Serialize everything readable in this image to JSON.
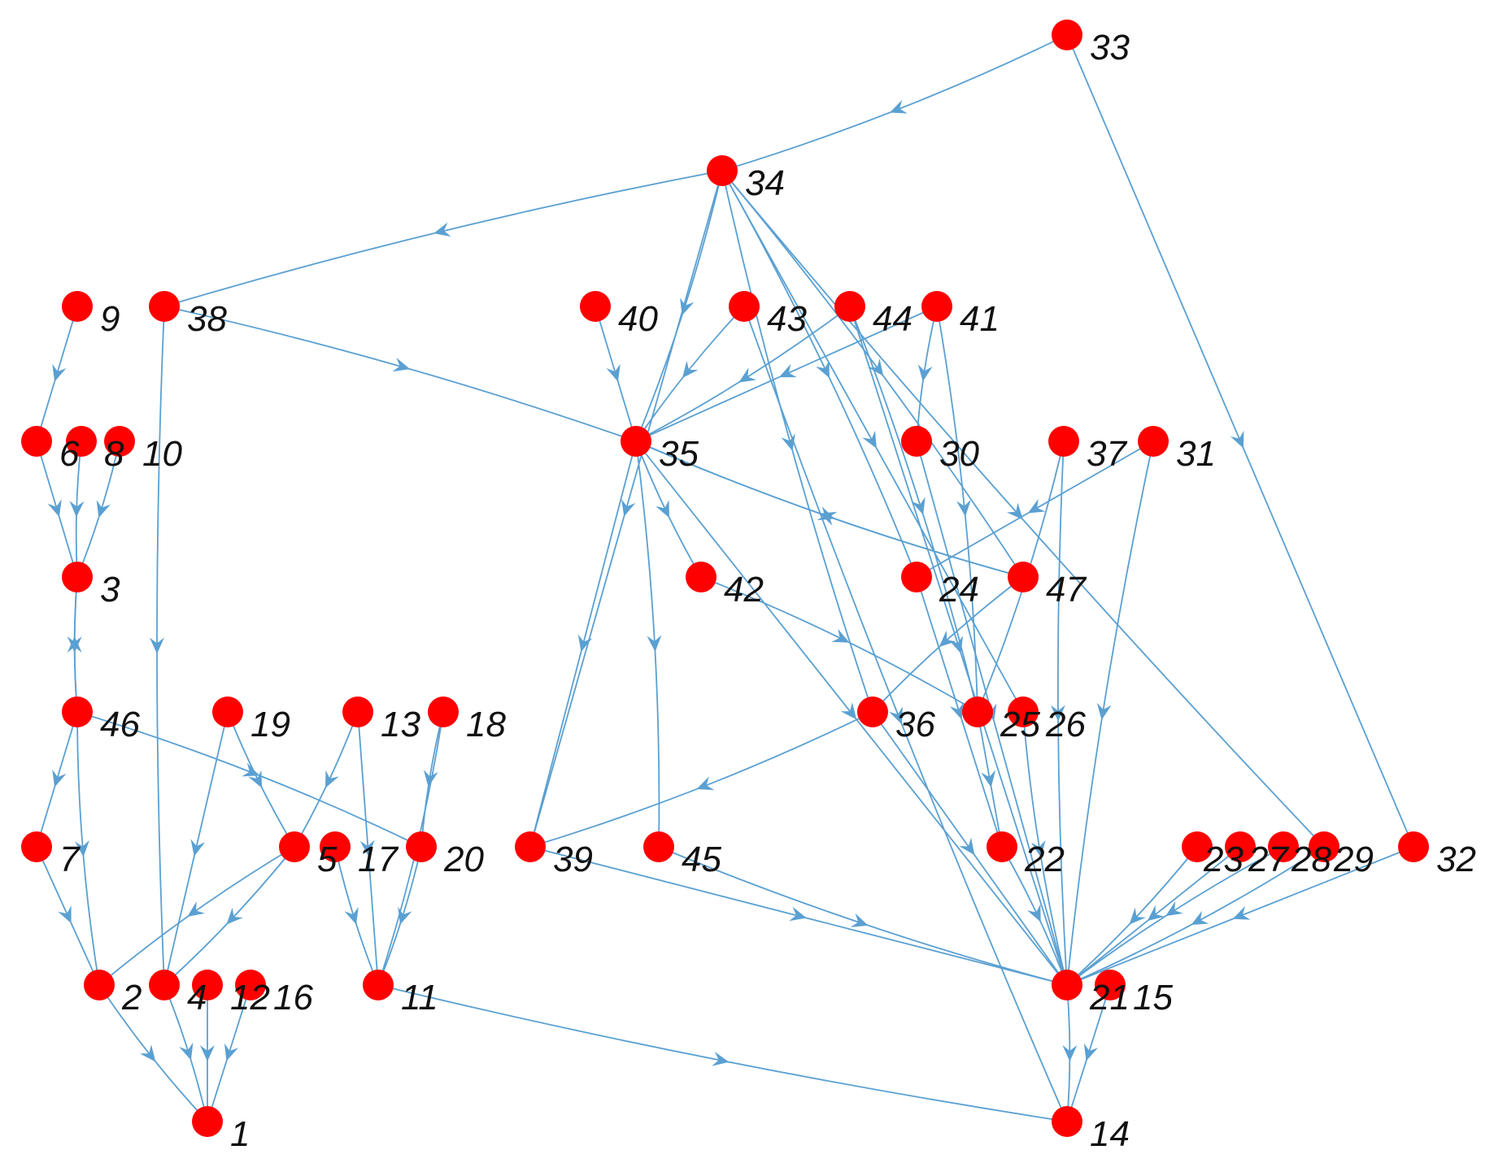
{
  "graph": {
    "colors": {
      "node": "#ff0000",
      "edge": "#5aa0d2"
    },
    "nodes": [
      {
        "id": "1",
        "label": "1"
      },
      {
        "id": "2",
        "label": "2"
      },
      {
        "id": "3",
        "label": "3"
      },
      {
        "id": "4",
        "label": "4"
      },
      {
        "id": "5",
        "label": "5"
      },
      {
        "id": "6",
        "label": "6"
      },
      {
        "id": "7",
        "label": "7"
      },
      {
        "id": "8",
        "label": "8"
      },
      {
        "id": "9",
        "label": "9"
      },
      {
        "id": "10",
        "label": "10"
      },
      {
        "id": "11",
        "label": "11"
      },
      {
        "id": "12",
        "label": "12"
      },
      {
        "id": "13",
        "label": "13"
      },
      {
        "id": "14",
        "label": "14"
      },
      {
        "id": "15",
        "label": "15"
      },
      {
        "id": "16",
        "label": "16"
      },
      {
        "id": "17",
        "label": "17"
      },
      {
        "id": "18",
        "label": "18"
      },
      {
        "id": "19",
        "label": "19"
      },
      {
        "id": "20",
        "label": "20"
      },
      {
        "id": "21",
        "label": "21"
      },
      {
        "id": "22",
        "label": "22"
      },
      {
        "id": "23",
        "label": "23"
      },
      {
        "id": "24",
        "label": "24"
      },
      {
        "id": "25",
        "label": "25"
      },
      {
        "id": "26",
        "label": "26"
      },
      {
        "id": "27",
        "label": "27"
      },
      {
        "id": "28",
        "label": "28"
      },
      {
        "id": "29",
        "label": "29"
      },
      {
        "id": "30",
        "label": "30"
      },
      {
        "id": "31",
        "label": "31"
      },
      {
        "id": "32",
        "label": "32"
      },
      {
        "id": "33",
        "label": "33"
      },
      {
        "id": "34",
        "label": "34"
      },
      {
        "id": "35",
        "label": "35"
      },
      {
        "id": "36",
        "label": "36"
      },
      {
        "id": "37",
        "label": "37"
      },
      {
        "id": "38",
        "label": "38"
      },
      {
        "id": "39",
        "label": "39"
      },
      {
        "id": "40",
        "label": "40"
      },
      {
        "id": "41",
        "label": "41"
      },
      {
        "id": "42",
        "label": "42"
      },
      {
        "id": "43",
        "label": "43"
      },
      {
        "id": "44",
        "label": "44"
      },
      {
        "id": "45",
        "label": "45"
      },
      {
        "id": "46",
        "label": "46"
      },
      {
        "id": "47",
        "label": "47"
      }
    ],
    "edges": [
      [
        "33",
        "34"
      ],
      [
        "33",
        "32"
      ],
      [
        "34",
        "38"
      ],
      [
        "34",
        "35"
      ],
      [
        "34",
        "39"
      ],
      [
        "34",
        "36"
      ],
      [
        "34",
        "47"
      ],
      [
        "34",
        "26"
      ],
      [
        "34",
        "29"
      ],
      [
        "34",
        "24"
      ],
      [
        "9",
        "6"
      ],
      [
        "38",
        "4"
      ],
      [
        "38",
        "35"
      ],
      [
        "40",
        "35"
      ],
      [
        "43",
        "35"
      ],
      [
        "44",
        "35"
      ],
      [
        "41",
        "35"
      ],
      [
        "43",
        "14"
      ],
      [
        "44",
        "25"
      ],
      [
        "44",
        "21"
      ],
      [
        "41",
        "30"
      ],
      [
        "41",
        "25"
      ],
      [
        "6",
        "3"
      ],
      [
        "8",
        "3"
      ],
      [
        "10",
        "3"
      ],
      [
        "35",
        "39"
      ],
      [
        "35",
        "42"
      ],
      [
        "35",
        "45"
      ],
      [
        "35",
        "21"
      ],
      [
        "35",
        "47"
      ],
      [
        "47",
        "35"
      ],
      [
        "30",
        "21"
      ],
      [
        "37",
        "21"
      ],
      [
        "37",
        "25"
      ],
      [
        "31",
        "24"
      ],
      [
        "31",
        "21"
      ],
      [
        "42",
        "25"
      ],
      [
        "24",
        "22"
      ],
      [
        "47",
        "36"
      ],
      [
        "36",
        "39"
      ],
      [
        "36",
        "21"
      ],
      [
        "3",
        "46"
      ],
      [
        "46",
        "3"
      ],
      [
        "46",
        "7"
      ],
      [
        "46",
        "2"
      ],
      [
        "46",
        "20"
      ],
      [
        "19",
        "4"
      ],
      [
        "19",
        "5"
      ],
      [
        "13",
        "5"
      ],
      [
        "13",
        "11"
      ],
      [
        "18",
        "20"
      ],
      [
        "18",
        "11"
      ],
      [
        "7",
        "2"
      ],
      [
        "5",
        "2"
      ],
      [
        "5",
        "4"
      ],
      [
        "16",
        "1"
      ],
      [
        "17",
        "11"
      ],
      [
        "20",
        "11"
      ],
      [
        "39",
        "21"
      ],
      [
        "45",
        "21"
      ],
      [
        "22",
        "21"
      ],
      [
        "25",
        "22"
      ],
      [
        "26",
        "21"
      ],
      [
        "23",
        "21"
      ],
      [
        "27",
        "21"
      ],
      [
        "28",
        "21"
      ],
      [
        "29",
        "21"
      ],
      [
        "32",
        "21"
      ],
      [
        "2",
        "1"
      ],
      [
        "4",
        "1"
      ],
      [
        "12",
        "1"
      ],
      [
        "11",
        "14"
      ],
      [
        "21",
        "14"
      ],
      [
        "15",
        "14"
      ]
    ]
  }
}
